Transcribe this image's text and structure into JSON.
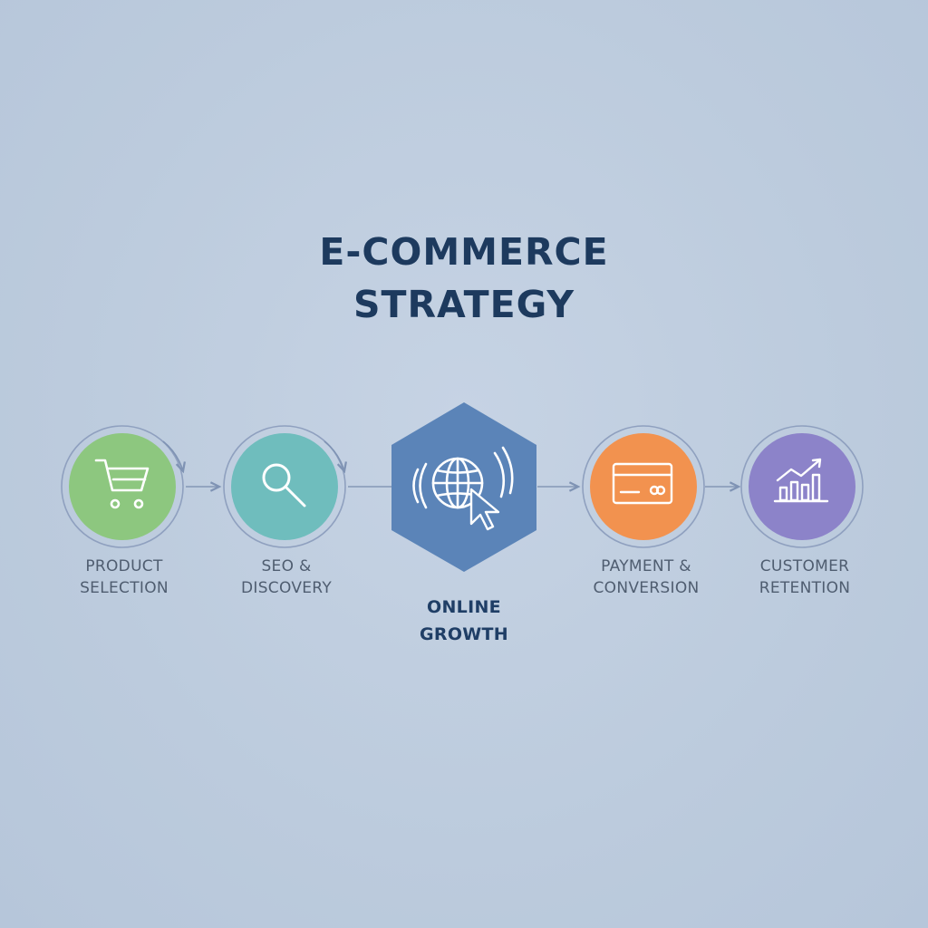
{
  "title": {
    "line1": "E-COMMERCE",
    "line2": "STRATEGY"
  },
  "steps": [
    {
      "line1": "PRODUCT",
      "line2": "SELECTION",
      "icon": "shopping-cart-icon",
      "color": "#8dc77f"
    },
    {
      "line1": "SEO &",
      "line2": "DISCOVERY",
      "icon": "magnifying-glass-icon",
      "color": "#6fbdbd"
    },
    {
      "line1": "ONLINE",
      "line2": "GROWTH",
      "icon": "globe-cursor-icon",
      "color": "#5b84b8"
    },
    {
      "line1": "PAYMENT &",
      "line2": "CONVERSION",
      "icon": "credit-card-icon",
      "color": "#f2924f"
    },
    {
      "line1": "CUSTOMER",
      "line2": "RETENTION",
      "icon": "growth-chart-icon",
      "color": "#8c83c9"
    }
  ]
}
